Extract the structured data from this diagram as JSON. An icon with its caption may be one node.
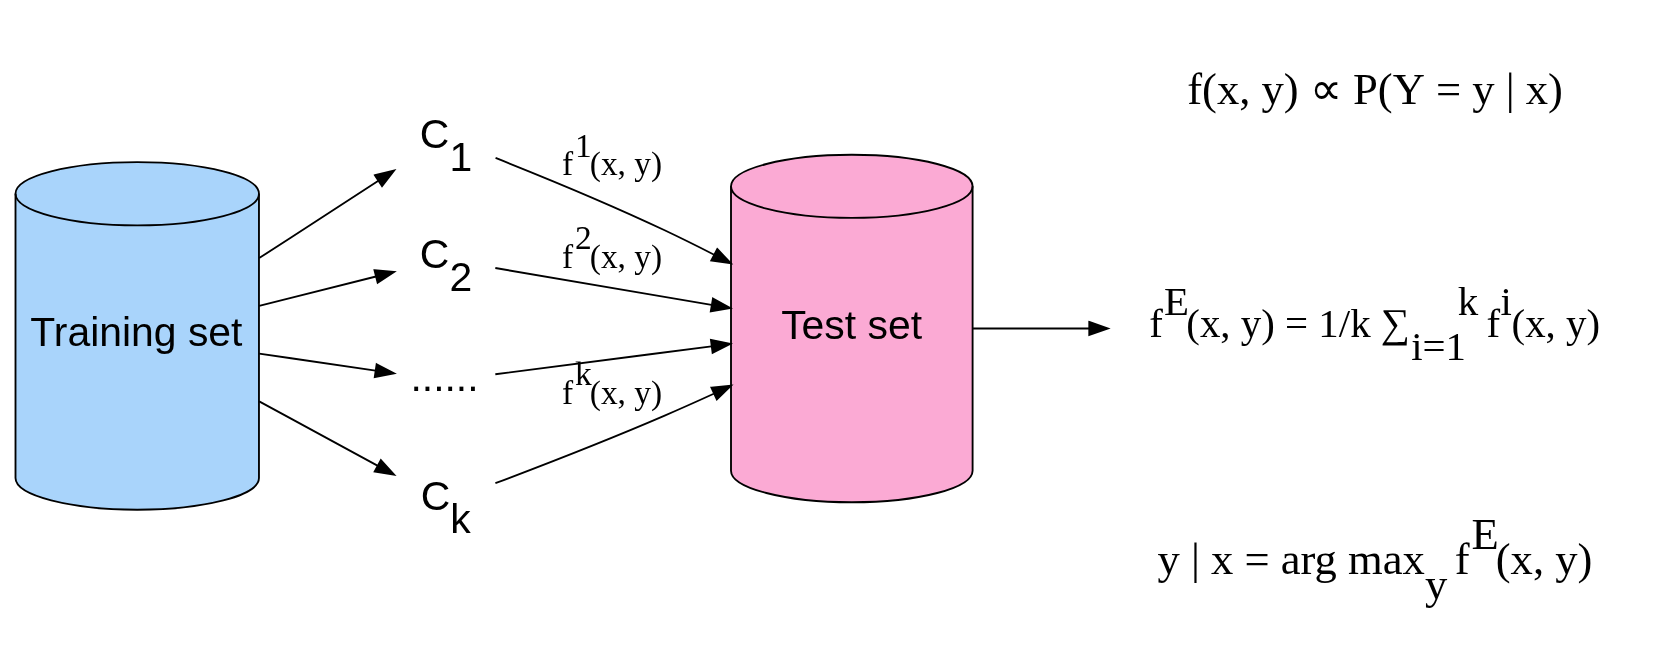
{
  "diagram": {
    "nodes": [
      {
        "text": [
          "Training set"
        ]
      },
      {
        "text": [
          "C$_{1}$"
        ]
      },
      {
        "text": [
          "C$_{2}$"
        ]
      },
      {
        "text": [
          "......"
        ]
      },
      {
        "text": [
          "C$_{k}$"
        ]
      },
      {
        "text": [
          "Test set"
        ]
      },
      {
        "text": [
          "f$^{E}$(x, y) = 1/k ∑$_{i=1}$$^{k}$ f$^{i}$(x, y)"
        ]
      }
    ],
    "edges": [
      {
        "from": 0,
        "to": 1,
        "arrow": "to"
      },
      {
        "from": 0,
        "to": 2,
        "arrow": "to"
      },
      {
        "from": 0,
        "to": 3,
        "arrow": "to"
      },
      {
        "from": 0,
        "to": 4,
        "arrow": "to"
      },
      {
        "from": 1,
        "to": 5,
        "arrow": "to",
        "label": "f$^{1}$(x, y)"
      },
      {
        "from": 2,
        "to": 5,
        "arrow": "to",
        "label": "f$^{2}$(x, y)"
      },
      {
        "from": 3,
        "to": 5,
        "arrow": "to"
      },
      {
        "from": 4,
        "to": 5,
        "arrow": "to",
        "label": "f$^{k}$(x, y)"
      },
      {
        "from": 5,
        "to": 6,
        "arrow": "to"
      }
    ],
    "labels": [
      "f(x, y) ∝ P(Y = y | x)",
      "y | x = arg max$_{y}$ f$^{E}$(x, y)"
    ]
  }
}
